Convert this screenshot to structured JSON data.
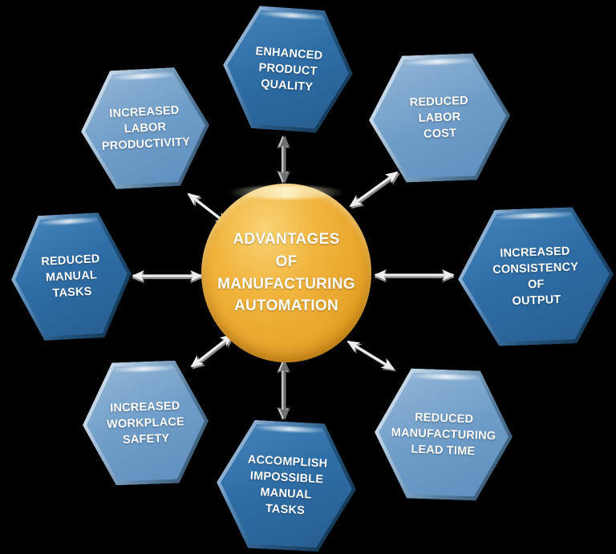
{
  "diagram": {
    "center": {
      "label": "ADVANTAGES\nOF\nMANUFACTURING\nAUTOMATION"
    },
    "nodes": [
      {
        "id": "enhanced-product-quality",
        "label": "ENHANCED\nPRODUCT\nQUALITY",
        "tone": "dark"
      },
      {
        "id": "reduced-labor-cost",
        "label": "REDUCED\nLABOR\nCOST",
        "tone": "light"
      },
      {
        "id": "increased-consistency-of-output",
        "label": "INCREASED\nCONSISTENCY\nOF\nOUTPUT",
        "tone": "dark"
      },
      {
        "id": "reduced-manufacturing-lead-time",
        "label": "REDUCED\nMANUFACTURING\nLEAD TIME",
        "tone": "light"
      },
      {
        "id": "accomplish-impossible-manual-tasks",
        "label": "ACCOMPLISH\nIMPOSSIBLE\nMANUAL\nTASKS",
        "tone": "dark"
      },
      {
        "id": "increased-workplace-safety",
        "label": "INCREASED\nWORKPLACE\nSAFETY",
        "tone": "light"
      },
      {
        "id": "reduced-manual-tasks",
        "label": "REDUCED\nMANUAL\nTASKS",
        "tone": "dark"
      },
      {
        "id": "increased-labor-productivity",
        "label": "INCREASED\nLABOR\nPRODUCTIVITY",
        "tone": "light"
      }
    ],
    "colors": {
      "background": "#000000",
      "dark_hexagon": "#2e6da6",
      "light_hexagon": "#6f9dc9",
      "center_circle": "#eaa72e",
      "arrow_silver": "#ededed",
      "arrow_shadow": "#8c8c8c",
      "arrow_dark": "#6f6f6f",
      "text": "#ffffff"
    }
  }
}
